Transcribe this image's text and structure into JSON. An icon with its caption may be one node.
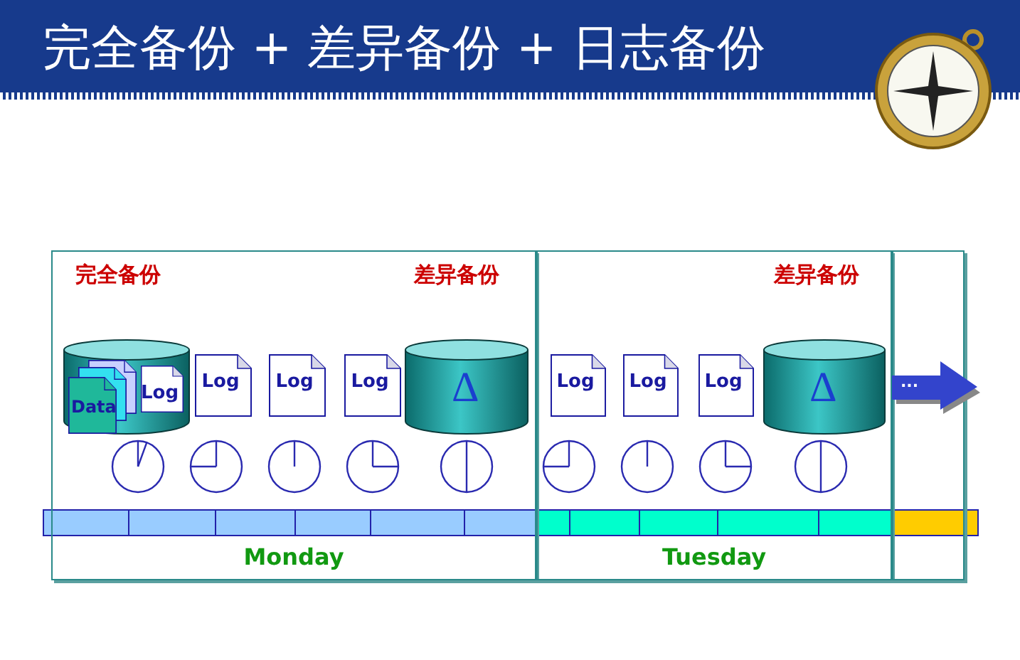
{
  "diagram": {
    "title": "完全备份 + 差异备份 + 日志备份",
    "nodes": [
      {
        "text": [
          "Monday"
        ]
      },
      {
        "text": [],
        "shape": "cylinder",
        "in": 0,
        "beside": [
          "完全备份"
        ]
      },
      {
        "text": [
          "Data"
        ],
        "in": 1
      },
      {
        "text": [
          "Log"
        ],
        "in": 1
      },
      {
        "text": [
          "Log"
        ],
        "in": 0
      },
      {
        "text": [
          "Log"
        ],
        "in": 0
      },
      {
        "text": [
          "Log"
        ],
        "in": 0
      },
      {
        "text": [
          "Δ"
        ],
        "in": 0,
        "beside": [
          "差异备份"
        ]
      },
      {
        "text": [
          "Tuesday"
        ]
      },
      {
        "text": [
          "Log"
        ],
        "in": 8
      },
      {
        "text": [
          "Log"
        ],
        "in": 8
      },
      {
        "text": [
          "Log"
        ],
        "in": 8
      },
      {
        "text": [
          "Δ"
        ],
        "in": 8,
        "beside": [
          "差异备份"
        ]
      },
      {
        "text": [],
        "shape": "box"
      },
      {
        "text": [
          "..."
        ]
      }
    ]
  }
}
